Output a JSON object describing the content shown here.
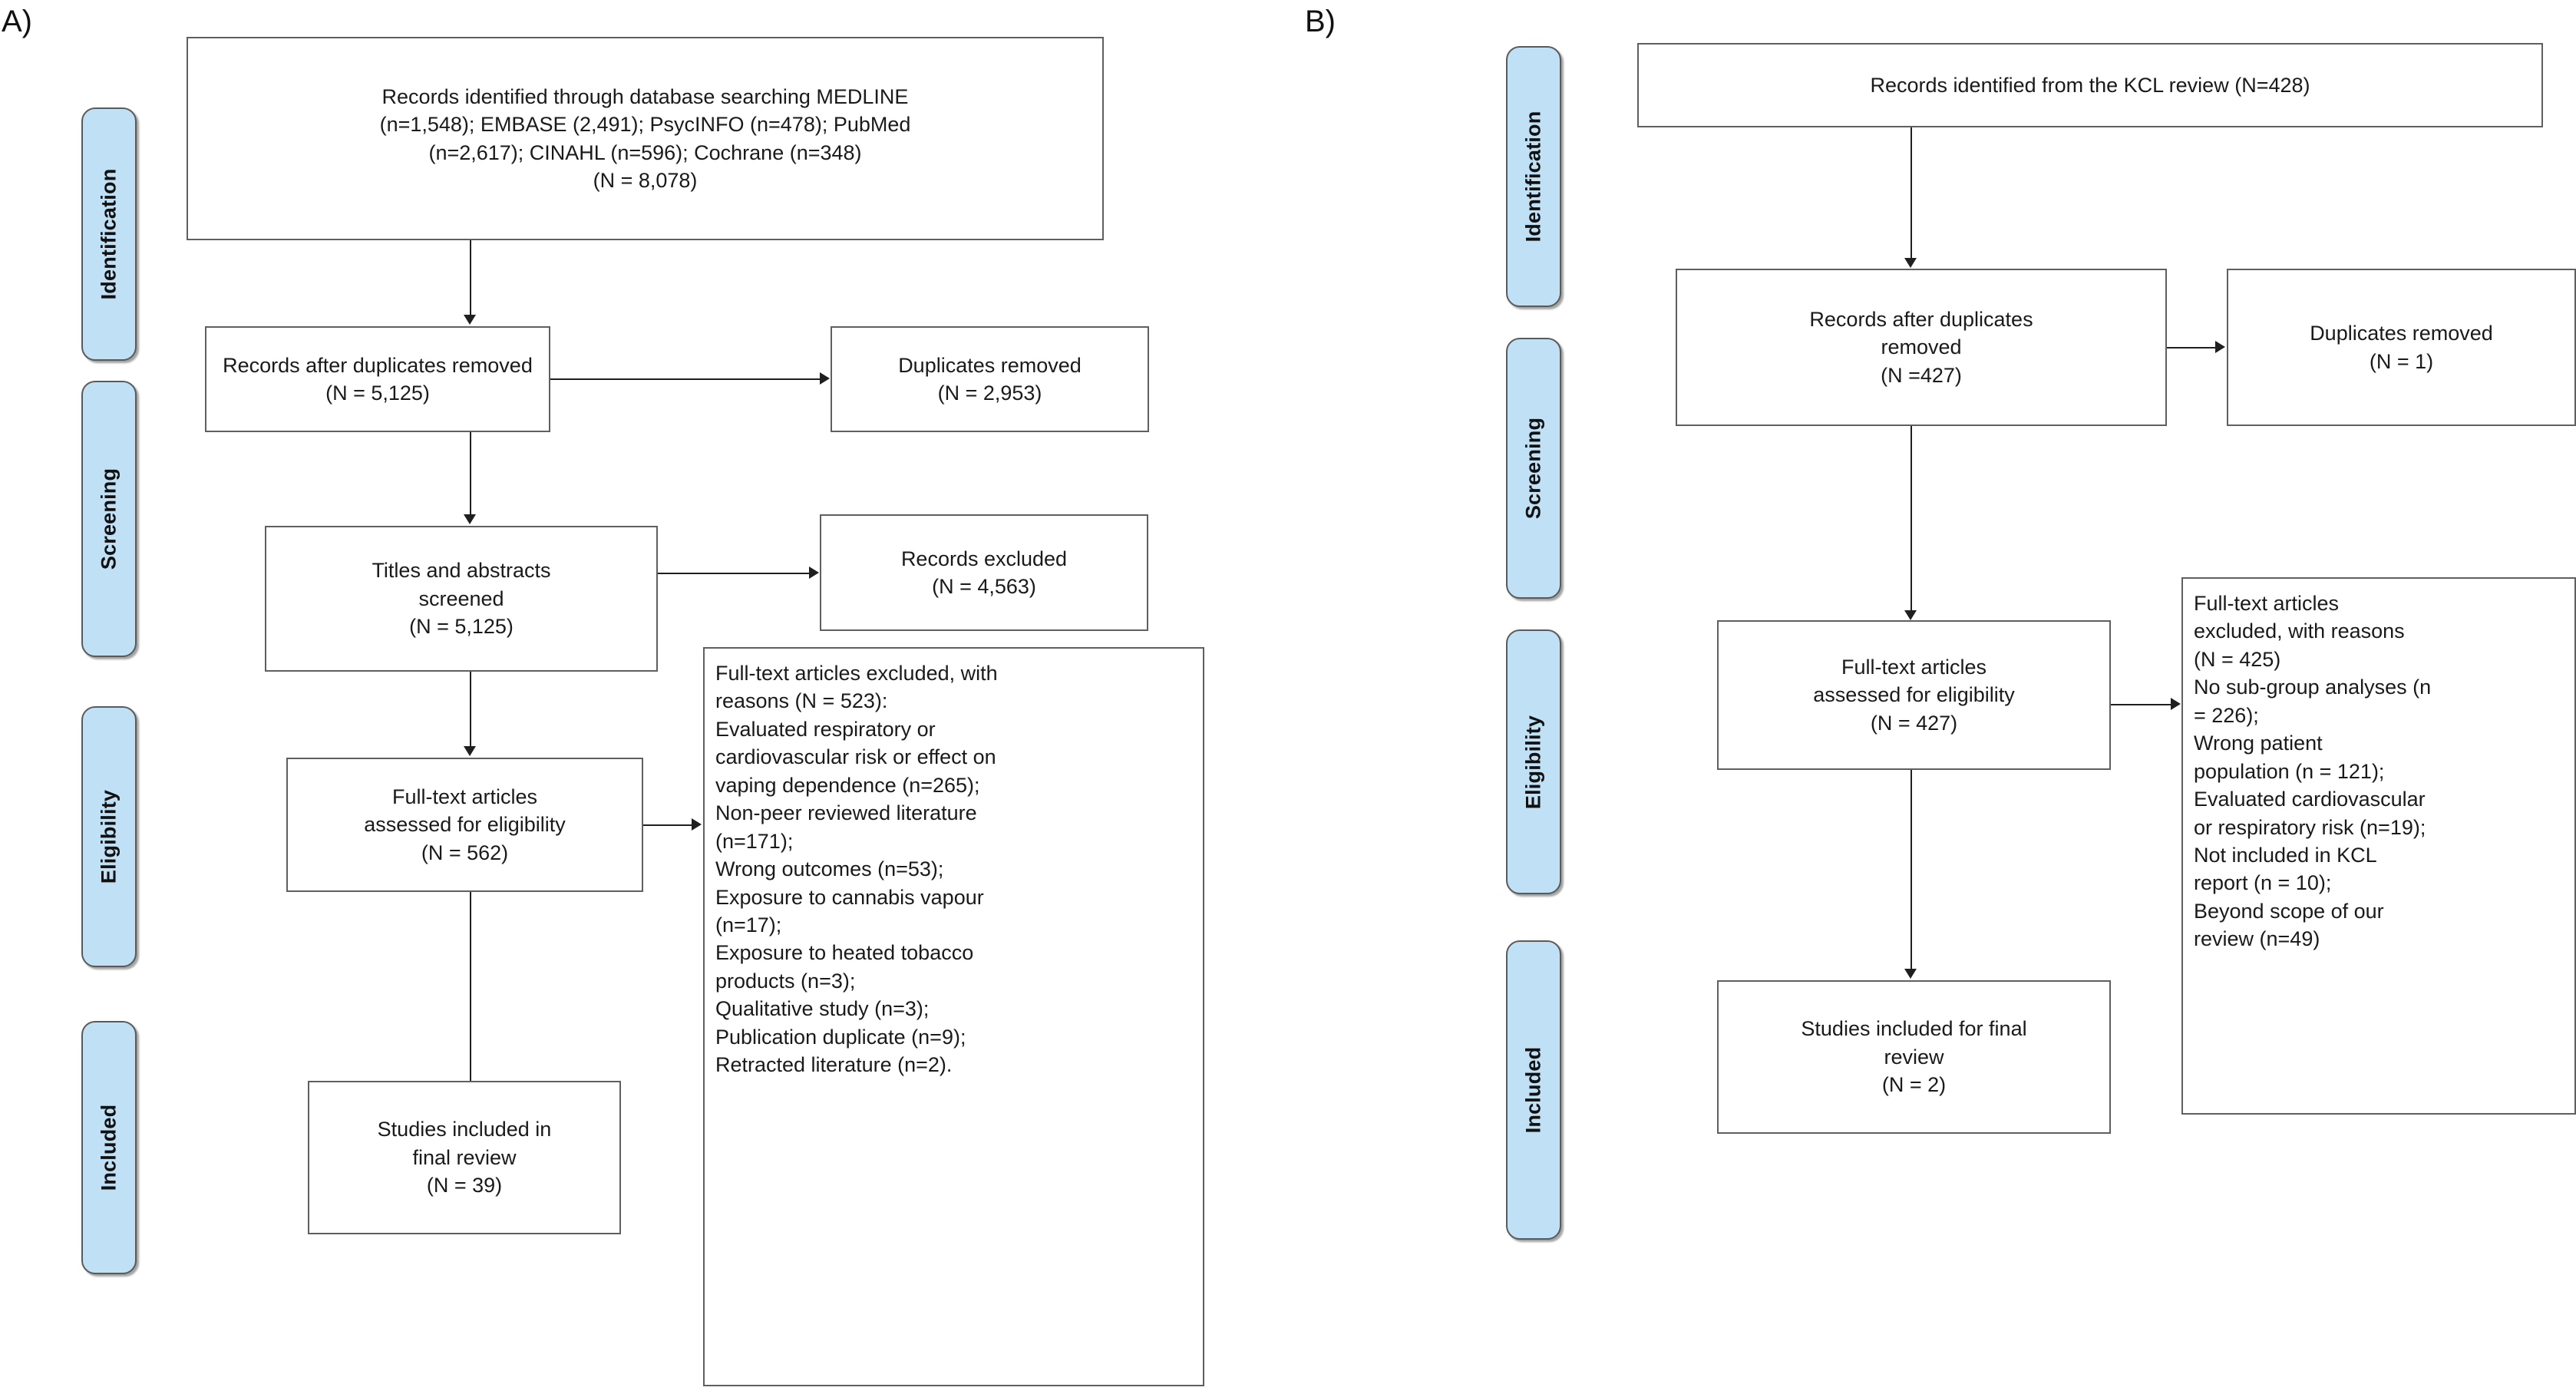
{
  "figure": {
    "type": "prisma-flow-diagram",
    "panels": [
      {
        "letter": "A)",
        "stages": [
          {
            "label": "Identification"
          },
          {
            "label": "Screening"
          },
          {
            "label": "Eligibility"
          },
          {
            "label": "Included"
          }
        ],
        "boxes": {
          "identified": "Records identified through database searching MEDLINE\n(n=1,548); EMBASE (2,491); PsycINFO (n=478); PubMed\n(n=2,617); CINAHL (n=596); Cochrane (n=348)\n(N = 8,078)",
          "after_duplicates": "Records after duplicates removed\n(N = 5,125)",
          "duplicates_removed": "Duplicates removed\n(N = 2,953)",
          "screened": "Titles and abstracts\nscreened\n(N = 5,125)",
          "records_excluded": "Records excluded\n(N = 4,563)",
          "fulltext_assessed": "Full-text articles\nassessed  for eligibility\n(N = 562)",
          "fulltext_excluded": "Full-text articles excluded, with\nreasons (N = 523):\nEvaluated respiratory or\ncardiovascular risk or effect on\nvaping dependence (n=265);\nNon-peer reviewed literature\n(n=171);\nWrong outcomes (n=53);\nExposure to cannabis vapour\n(n=17);\nExposure to heated tobacco\nproducts (n=3);\nQualitative study (n=3);\nPublication duplicate (n=9);\nRetracted literature (n=2).",
          "included": "Studies included in\nfinal review\n(N = 39)"
        }
      },
      {
        "letter": "B)",
        "stages": [
          {
            "label": "Identification"
          },
          {
            "label": "Screening"
          },
          {
            "label": "Eligibility"
          },
          {
            "label": "Included"
          }
        ],
        "boxes": {
          "identified": "Records identified from the KCL review (N=428)",
          "after_duplicates": "Records after duplicates\nremoved\n(N =427)",
          "duplicates_removed": "Duplicates removed\n(N = 1)",
          "fulltext_assessed": "Full-text articles\nassessed  for eligibility\n(N = 427)",
          "fulltext_excluded": "Full-text articles\nexcluded, with reasons\n(N = 425)\nNo sub-group analyses (n\n= 226);\nWrong patient\npopulation (n = 121);\nEvaluated cardiovascular\nor respiratory risk (n=19);\nNot included in KCL\nreport (n = 10);\nBeyond scope of our\nreview (n=49)",
          "included": "Studies included for final\nreview\n(N = 2)"
        }
      }
    ],
    "colors": {
      "stage_fill": "#bfe0f5",
      "stage_border": "#5a5a5a",
      "box_border": "#5f5f5f",
      "connector": "#1f1f1f",
      "text": "#1a1a1a",
      "background": "#ffffff"
    }
  }
}
